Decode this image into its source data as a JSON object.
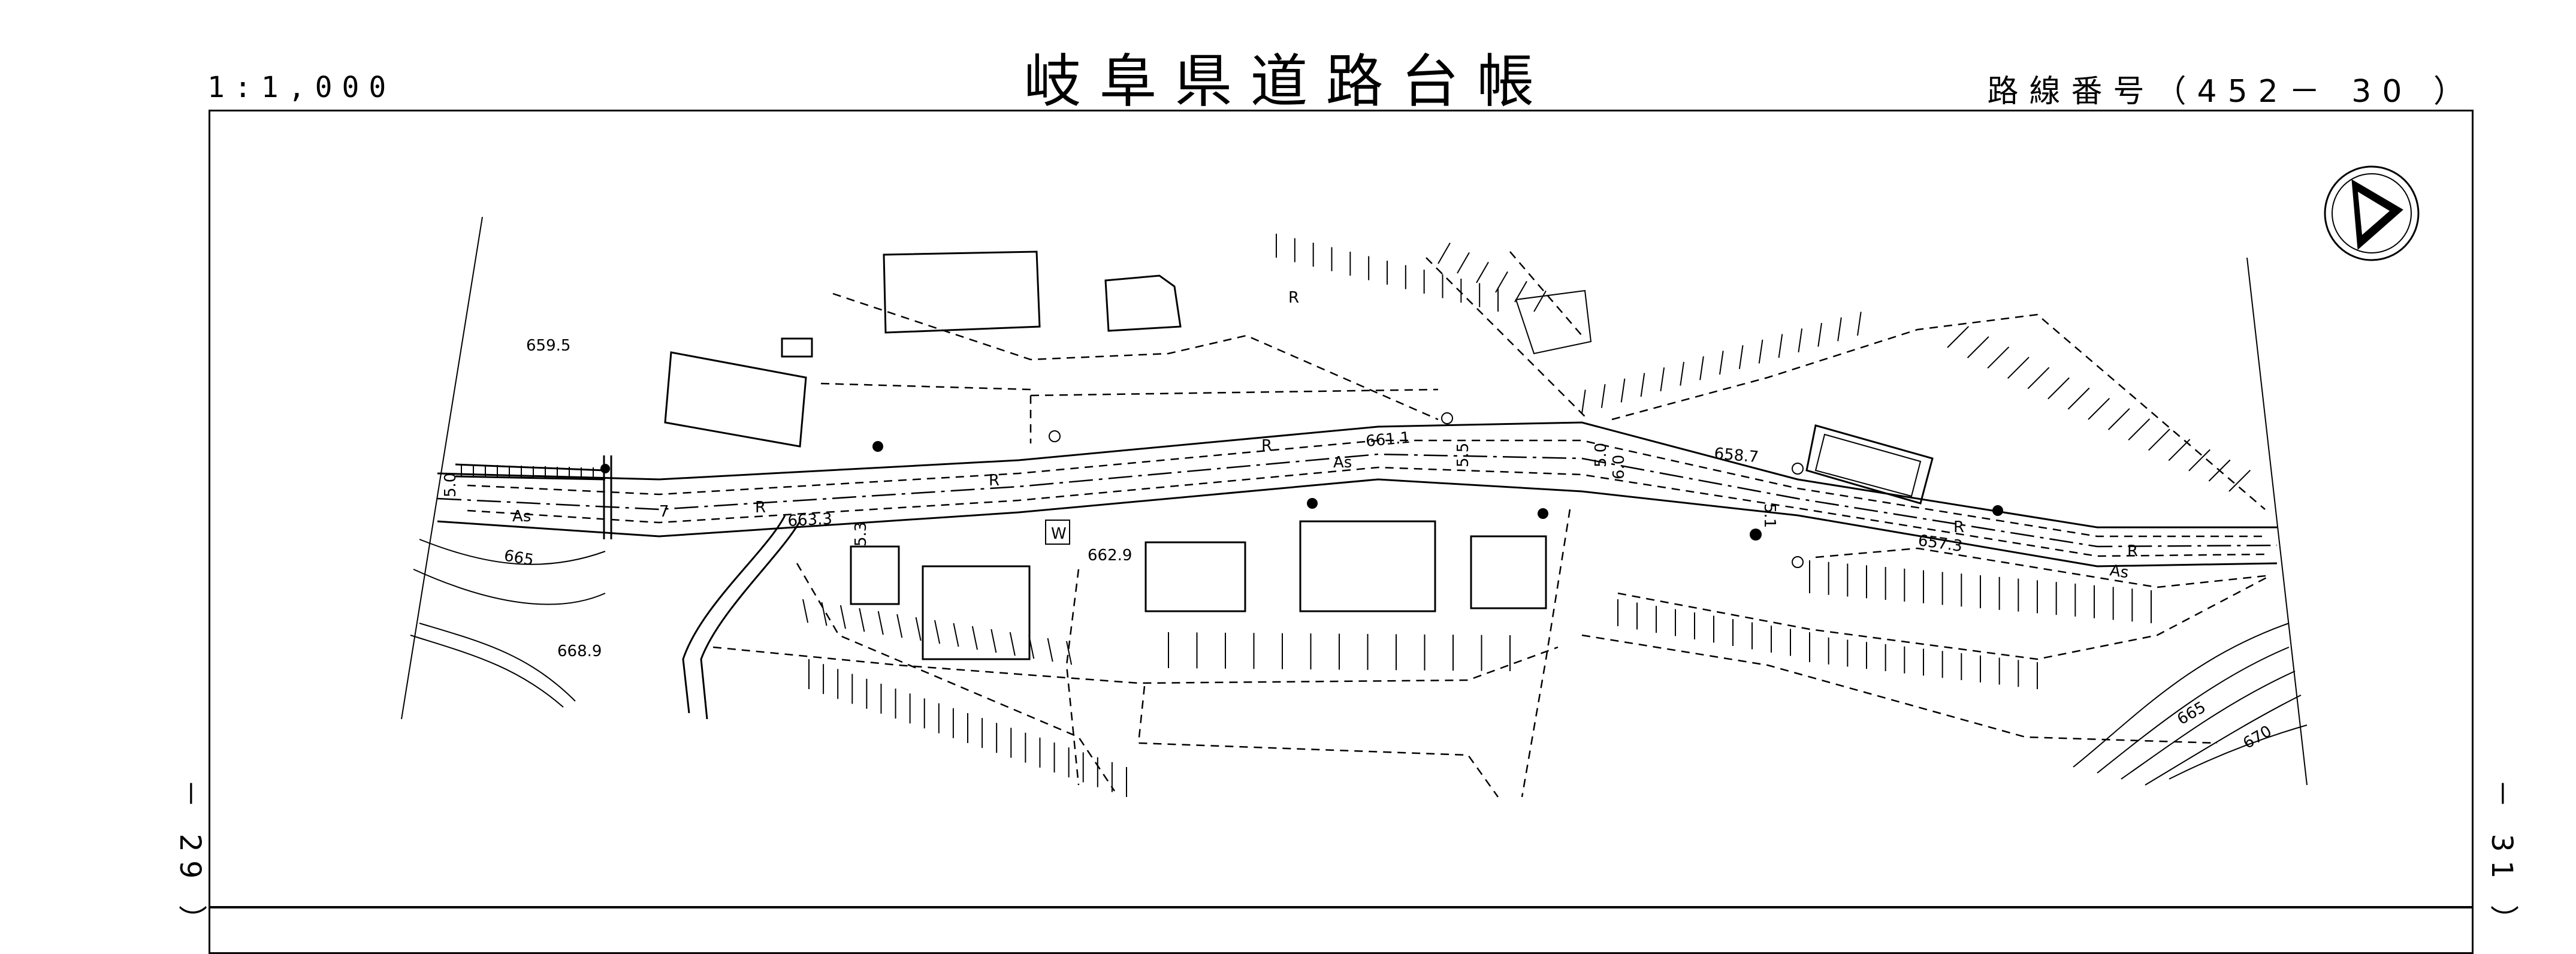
{
  "header": {
    "title": "岐阜県道路台帳",
    "scale": "1:1,000",
    "route_number": "路線番号（452－ 30 ）"
  },
  "sheet_refs": {
    "left": "－ 29 ）",
    "right": "－ 31 ）"
  },
  "map": {
    "road_surface_labels": [
      "As",
      "As",
      "As"
    ],
    "elevations": [
      "659.5",
      "663.3",
      "662.9",
      "661.1",
      "658.7",
      "657.3",
      "668.9"
    ],
    "road_widths": [
      "5.0",
      "5.3",
      "5.5",
      "5.0",
      "6.0",
      "5.1"
    ],
    "contour_labels": [
      "665",
      "665",
      "670"
    ],
    "symbol_labels": {
      "water": "W",
      "wall_r": "R",
      "seven": "7"
    }
  }
}
